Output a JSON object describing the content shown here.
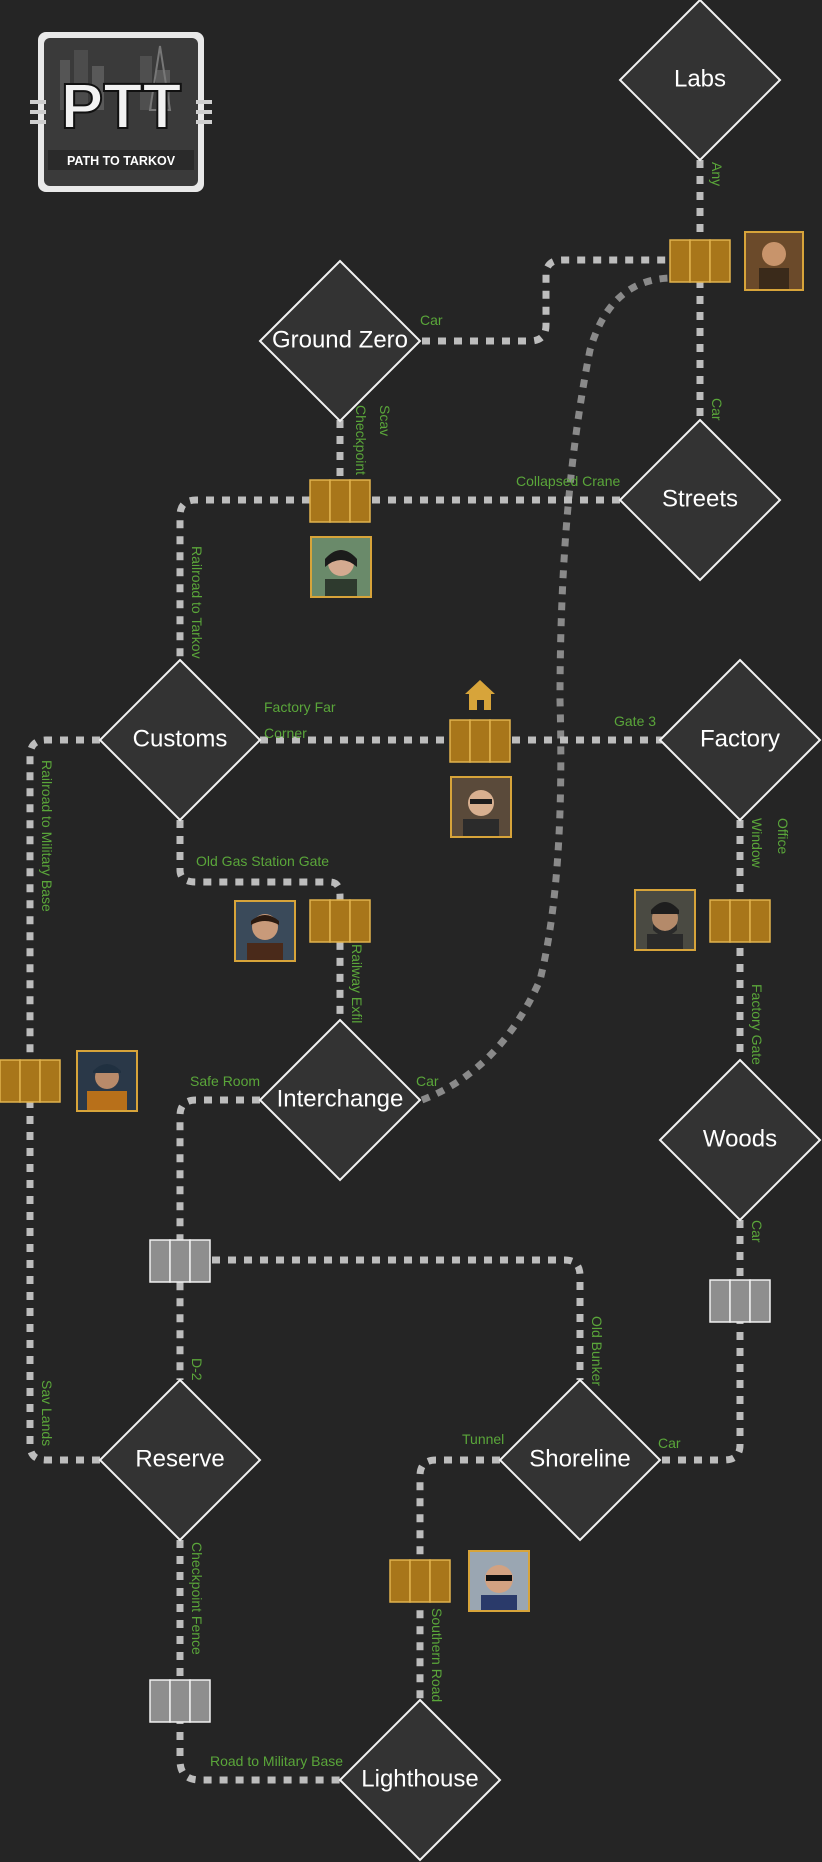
{
  "logo": {
    "letters": "PTT",
    "caption": "PATH TO TARKOV"
  },
  "maps": {
    "labs": "Labs",
    "ground_zero": "Ground Zero",
    "streets": "Streets",
    "customs": "Customs",
    "factory": "Factory",
    "interchange": "Interchange",
    "woods": "Woods",
    "reserve": "Reserve",
    "shoreline": "Shoreline",
    "lighthouse": "Lighthouse"
  },
  "exits": {
    "labs_any": "Any",
    "streets_car": "Car",
    "ground_zero_car": "Car",
    "ground_zero_scav": "Scav",
    "ground_zero_checkpoint": "Checkpoint",
    "streets_collapsed_crane": "Collapsed Crane",
    "customs_railroad_tarkov": "Railroad to Tarkov",
    "customs_factory_far": "Factory Far",
    "customs_corner": "Corner",
    "factory_gate3": "Gate 3",
    "factory_office": "Office",
    "factory_window": "Window",
    "customs_railroad_military": "Railroad to Military Base",
    "customs_old_gas_station": "Old Gas Station Gate",
    "interchange_railway_exfil": "Railway Exfil",
    "woods_factory_gate": "Factory Gate",
    "interchange_safe_room": "Safe Room",
    "interchange_car": "Car",
    "woods_car": "Car",
    "shoreline_old_bunker": "Old Bunker",
    "reserve_d2": "D-2",
    "reserve_sav_lands": "Sav Lands",
    "shoreline_tunnel": "Tunnel",
    "shoreline_car": "Car",
    "reserve_checkpoint_fence": "Checkpoint Fence",
    "lighthouse_southern_road": "Southern Road",
    "lighthouse_road_military": "Road to Military Base"
  },
  "colors": {
    "background": "#252525",
    "label_green": "#5aa63a",
    "gold": "#a8761a",
    "grey": "#8e8e8e",
    "path": "#bdbdbd"
  },
  "icons": {
    "hideout": "home-icon"
  }
}
